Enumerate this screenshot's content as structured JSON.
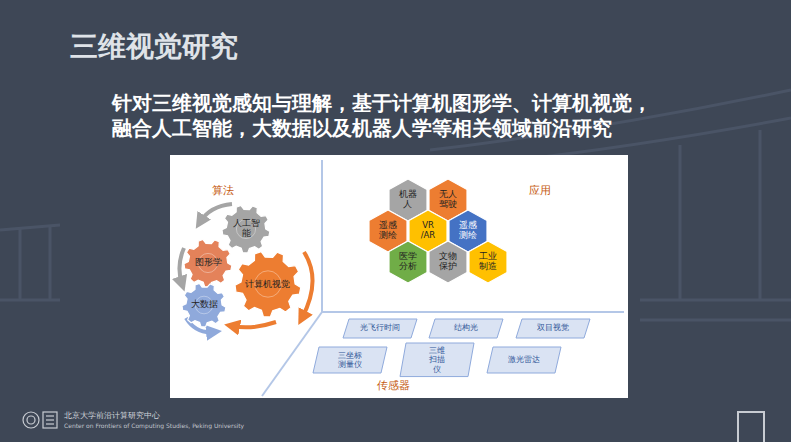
{
  "diagram": {
    "title": "三维视觉研究",
    "nodes": [
      {
        "text": [
          "人工智能"
        ]
      },
      {
        "text": [
          "图形学"
        ]
      },
      {
        "text": [
          "计算机视觉"
        ]
      },
      {
        "text": [
          "大数据"
        ]
      },
      {
        "text": [
          "机器 人"
        ]
      },
      {
        "text": [
          "无人 驾驶"
        ]
      },
      {
        "text": [
          "遥感 测绘"
        ]
      },
      {
        "text": [
          "VR /AR"
        ]
      },
      {
        "text": [
          "遥感 测绘"
        ]
      },
      {
        "text": [
          "医学 分析"
        ]
      },
      {
        "text": [
          "文物 保护"
        ]
      },
      {
        "text": [
          "工业 制造"
        ]
      },
      {
        "text": [
          "光飞行时间"
        ]
      },
      {
        "text": [
          "结构光"
        ]
      },
      {
        "text": [
          "双目视觉"
        ]
      },
      {
        "text": [
          "三坐标 测量仪"
        ]
      },
      {
        "text": [
          "三维 扫描仪"
        ]
      },
      {
        "text": [
          "激光雷达"
        ]
      }
    ],
    "labels": [
      "针对三维视觉感知与理解，基于计算机图形学、计算机视觉，",
      "融合人工智能，大数据以及机器人学等相关领域前沿研究",
      "算法",
      "应用",
      "传感器",
      "北京大学前沿计算研究中心",
      "Center on Frontiers of Computing Studies, Peking University"
    ]
  }
}
